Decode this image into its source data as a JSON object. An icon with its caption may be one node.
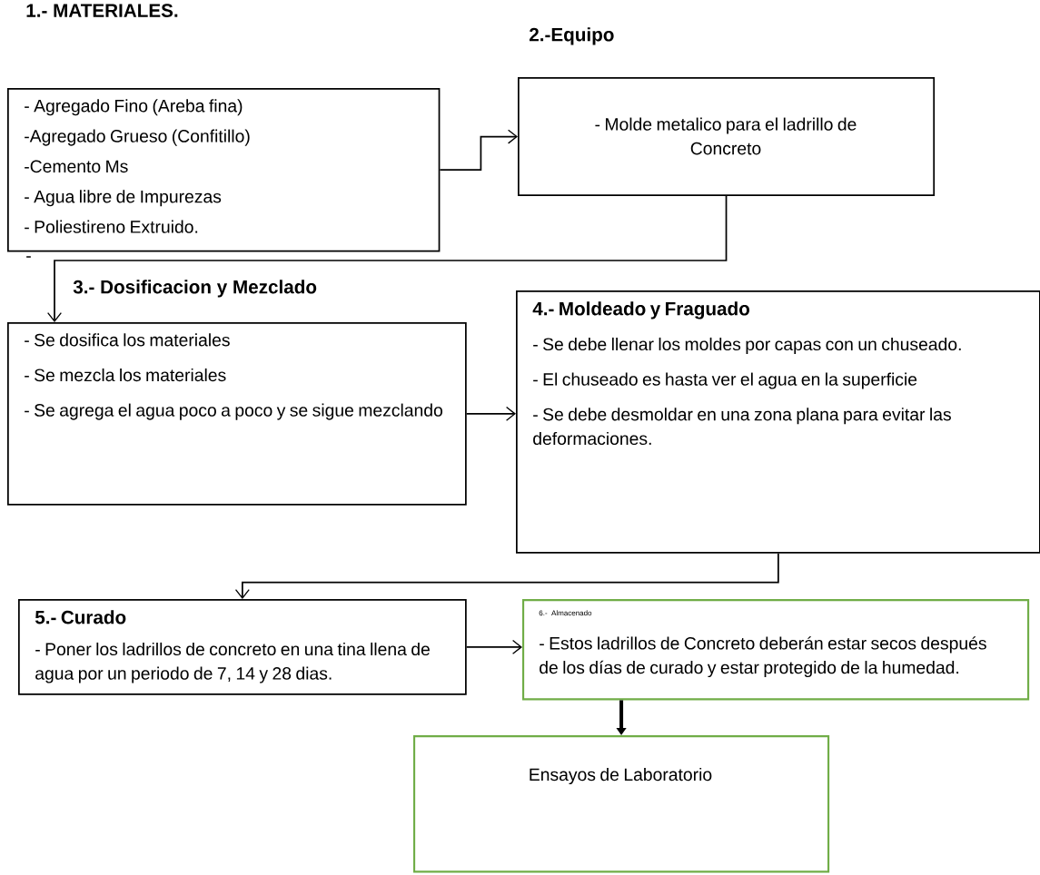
{
  "diagram": {
    "nodes": [
      {
        "text": [
          "1.- MATERIALES.",
          "- Agregado Fino (Areba fina)",
          "-Agregado Grueso (Confitillo)",
          "-Cemento Ms",
          "- Agua libre de Impurezas",
          "- Poliestireno Extruido."
        ],
        "beside": [
          "-"
        ]
      },
      {
        "text": [
          "2.-Equipo",
          "- Molde metalico para el ladrillo de Concreto"
        ]
      },
      {
        "text": [
          "3.- Dosificacion y Mezclado",
          "- Se dosifica los materiales",
          "- Se mezcla los materiales",
          "- Se agrega el agua poco a poco y se sigue mezclando"
        ]
      },
      {
        "text": [
          "4.- Moldeado y Fraguado",
          "- Se debe llenar los moldes por capas con un chuseado.",
          "- El chuseado es hasta ver el agua en la superficie",
          "- Se debe desmoldar en una zona plana para evitar las deformaciones."
        ]
      },
      {
        "text": [
          "5.- Curado",
          "- Poner los ladrillos de concreto en una tina llena de agua por un periodo de 7, 14 y 28 dias."
        ]
      },
      {
        "text": [
          "6.- Almacenado",
          "- Estos ladrillos de Concreto deberán estar secos después de los días de curado y estar protegido de la humedad."
        ]
      },
      {
        "text": [
          "Ensayos de Laboratorio"
        ]
      }
    ],
    "edges": [
      {
        "from": 0,
        "to": 1,
        "arrow": "to"
      },
      {
        "from": 1,
        "to": 2,
        "arrow": "to"
      },
      {
        "from": 2,
        "to": 3,
        "arrow": "to"
      },
      {
        "from": 3,
        "to": 4,
        "arrow": "to"
      },
      {
        "from": 4,
        "to": 5,
        "arrow": "to"
      },
      {
        "from": 5,
        "to": 6,
        "arrow": "to",
        "style": "thick"
      }
    ]
  }
}
